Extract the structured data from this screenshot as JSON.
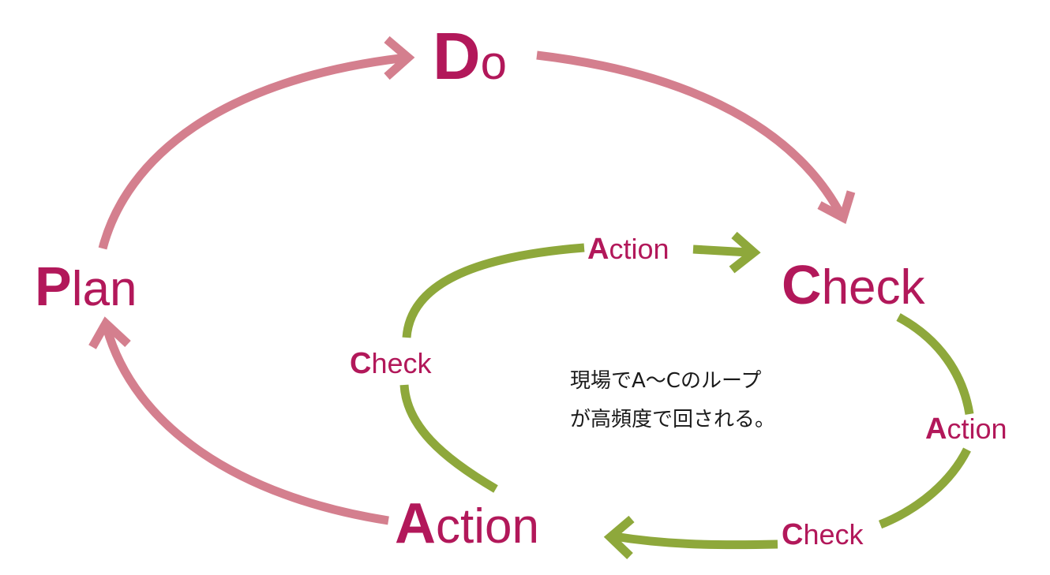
{
  "colors": {
    "main_cycle": "#d47f8e",
    "inner_loop": "#8ea83b",
    "label_text": "#b2185a",
    "note_text": "#1a1a1a"
  },
  "nodes": {
    "do": {
      "initial": "D",
      "rest": "o"
    },
    "plan": {
      "initial": "P",
      "rest": "lan"
    },
    "check_main": {
      "initial": "C",
      "rest": "heck"
    },
    "action_main": {
      "initial": "A",
      "rest": "ction"
    }
  },
  "inner_labels": {
    "action_top": {
      "initial": "A",
      "rest": "ction"
    },
    "check_left": {
      "initial": "C",
      "rest": "heck"
    },
    "action_right": {
      "initial": "A",
      "rest": "ction"
    },
    "check_bottom": {
      "initial": "C",
      "rest": "heck"
    }
  },
  "note": {
    "line1": "現場でA～Cのループ",
    "line2": "が高頻度で回される。"
  }
}
